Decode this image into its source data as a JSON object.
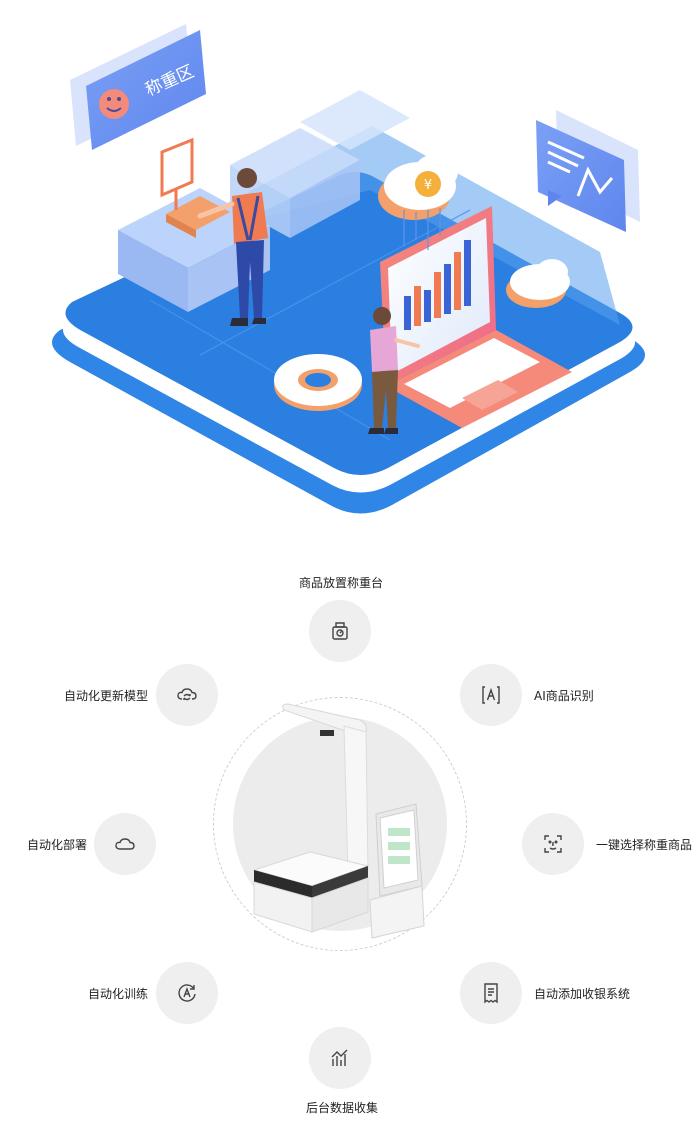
{
  "hero": {
    "zone_sign": "称重区",
    "coin_symbol": "¥"
  },
  "features": {
    "top": {
      "label": "商品放置称重台",
      "icon": "scale-icon"
    },
    "upper_left": {
      "label": "自动化更新模型",
      "icon": "cloud-refresh-icon"
    },
    "upper_right": {
      "label": "AI商品识别",
      "icon": "ai-bracket-icon"
    },
    "mid_left": {
      "label": "自动化部署",
      "icon": "cloud-icon"
    },
    "mid_right": {
      "label": "一键选择称重商品",
      "icon": "face-scan-icon"
    },
    "lower_left": {
      "label": "自动化训练",
      "icon": "ai-cycle-icon"
    },
    "lower_right": {
      "label": "自动添加收银系统",
      "icon": "receipt-icon"
    },
    "bottom": {
      "label": "后台数据收集",
      "icon": "bar-chart-icon"
    }
  },
  "colors": {
    "platform_blue": "#2a7fe0",
    "platform_light": "#5aa0ef",
    "accent_orange": "#f07a52",
    "icon_gray": "#444444",
    "circle_bg": "#efefef"
  }
}
